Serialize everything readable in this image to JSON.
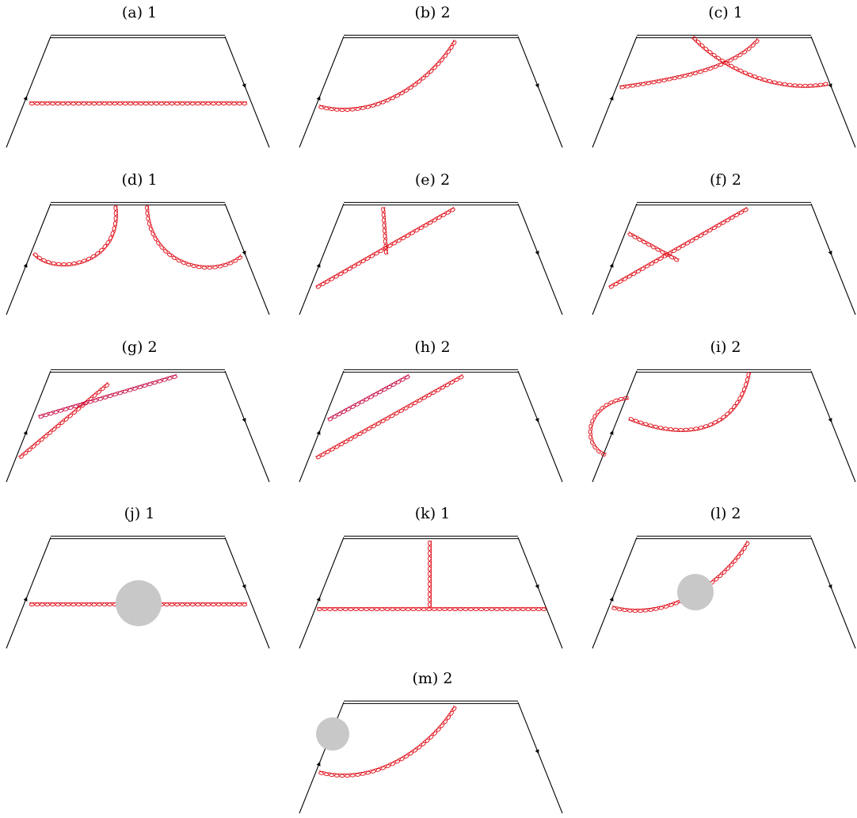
{
  "diagrams": [
    {
      "letter": "a",
      "caption": "(a) 1"
    },
    {
      "letter": "b",
      "caption": "(b) 2"
    },
    {
      "letter": "c",
      "caption": "(c) 1"
    },
    {
      "letter": "d",
      "caption": "(d) 1"
    },
    {
      "letter": "e",
      "caption": "(e) 2"
    },
    {
      "letter": "f",
      "caption": "(f) 2"
    },
    {
      "letter": "g",
      "caption": "(g) 2"
    },
    {
      "letter": "h",
      "caption": "(h) 2"
    },
    {
      "letter": "i",
      "caption": "(i) 2"
    },
    {
      "letter": "j",
      "caption": "(j) 1"
    },
    {
      "letter": "k",
      "caption": "(k) 1"
    },
    {
      "letter": "l",
      "caption": "(l) 2"
    },
    {
      "letter": "m",
      "caption": "(m) 2"
    }
  ],
  "colors": {
    "gluon": "#e0141e",
    "blob": "#c8c8c8",
    "line": "#000000"
  }
}
